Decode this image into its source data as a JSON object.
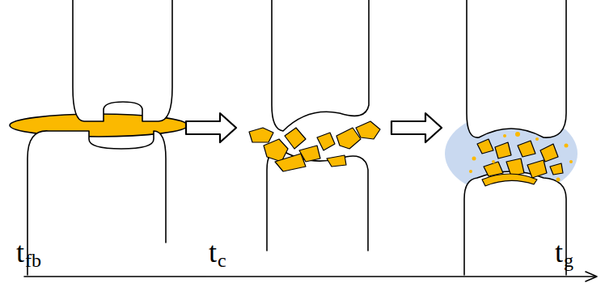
{
  "diagram": {
    "labels": [
      "t",
      "fb",
      "t",
      "c",
      "t",
      "g"
    ]
  }
}
